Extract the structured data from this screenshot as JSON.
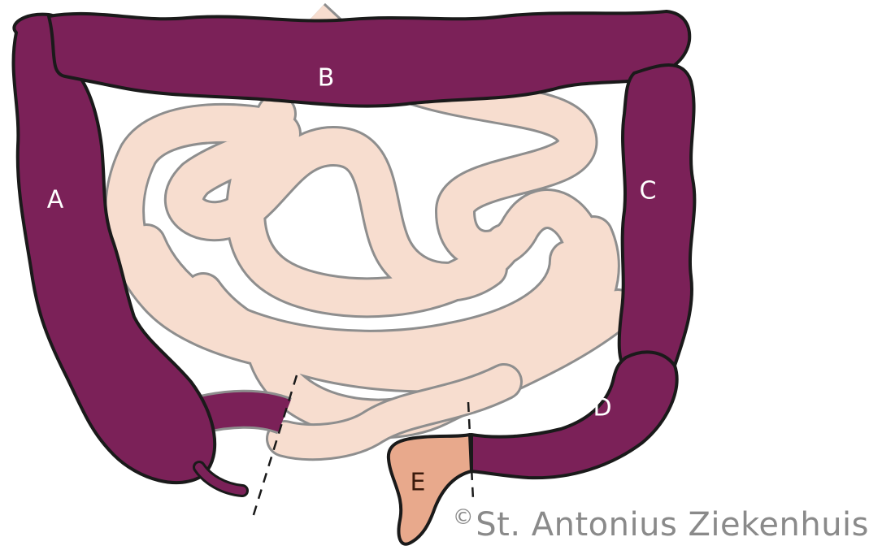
{
  "labels": {
    "a": "A",
    "b": "B",
    "c": "C",
    "d": "D",
    "e": "E"
  },
  "copyright": {
    "symbol": "©",
    "text": "St. Antonius Ziekenhuis"
  },
  "colors": {
    "colon": "#7b2158",
    "small_intestine": "#f7ddcf",
    "rectum": "#e8a98c",
    "outline": "#1a1a1a",
    "small_intestine_outline": "#8e8e8e",
    "copyright_text": "#8a8a8a"
  }
}
